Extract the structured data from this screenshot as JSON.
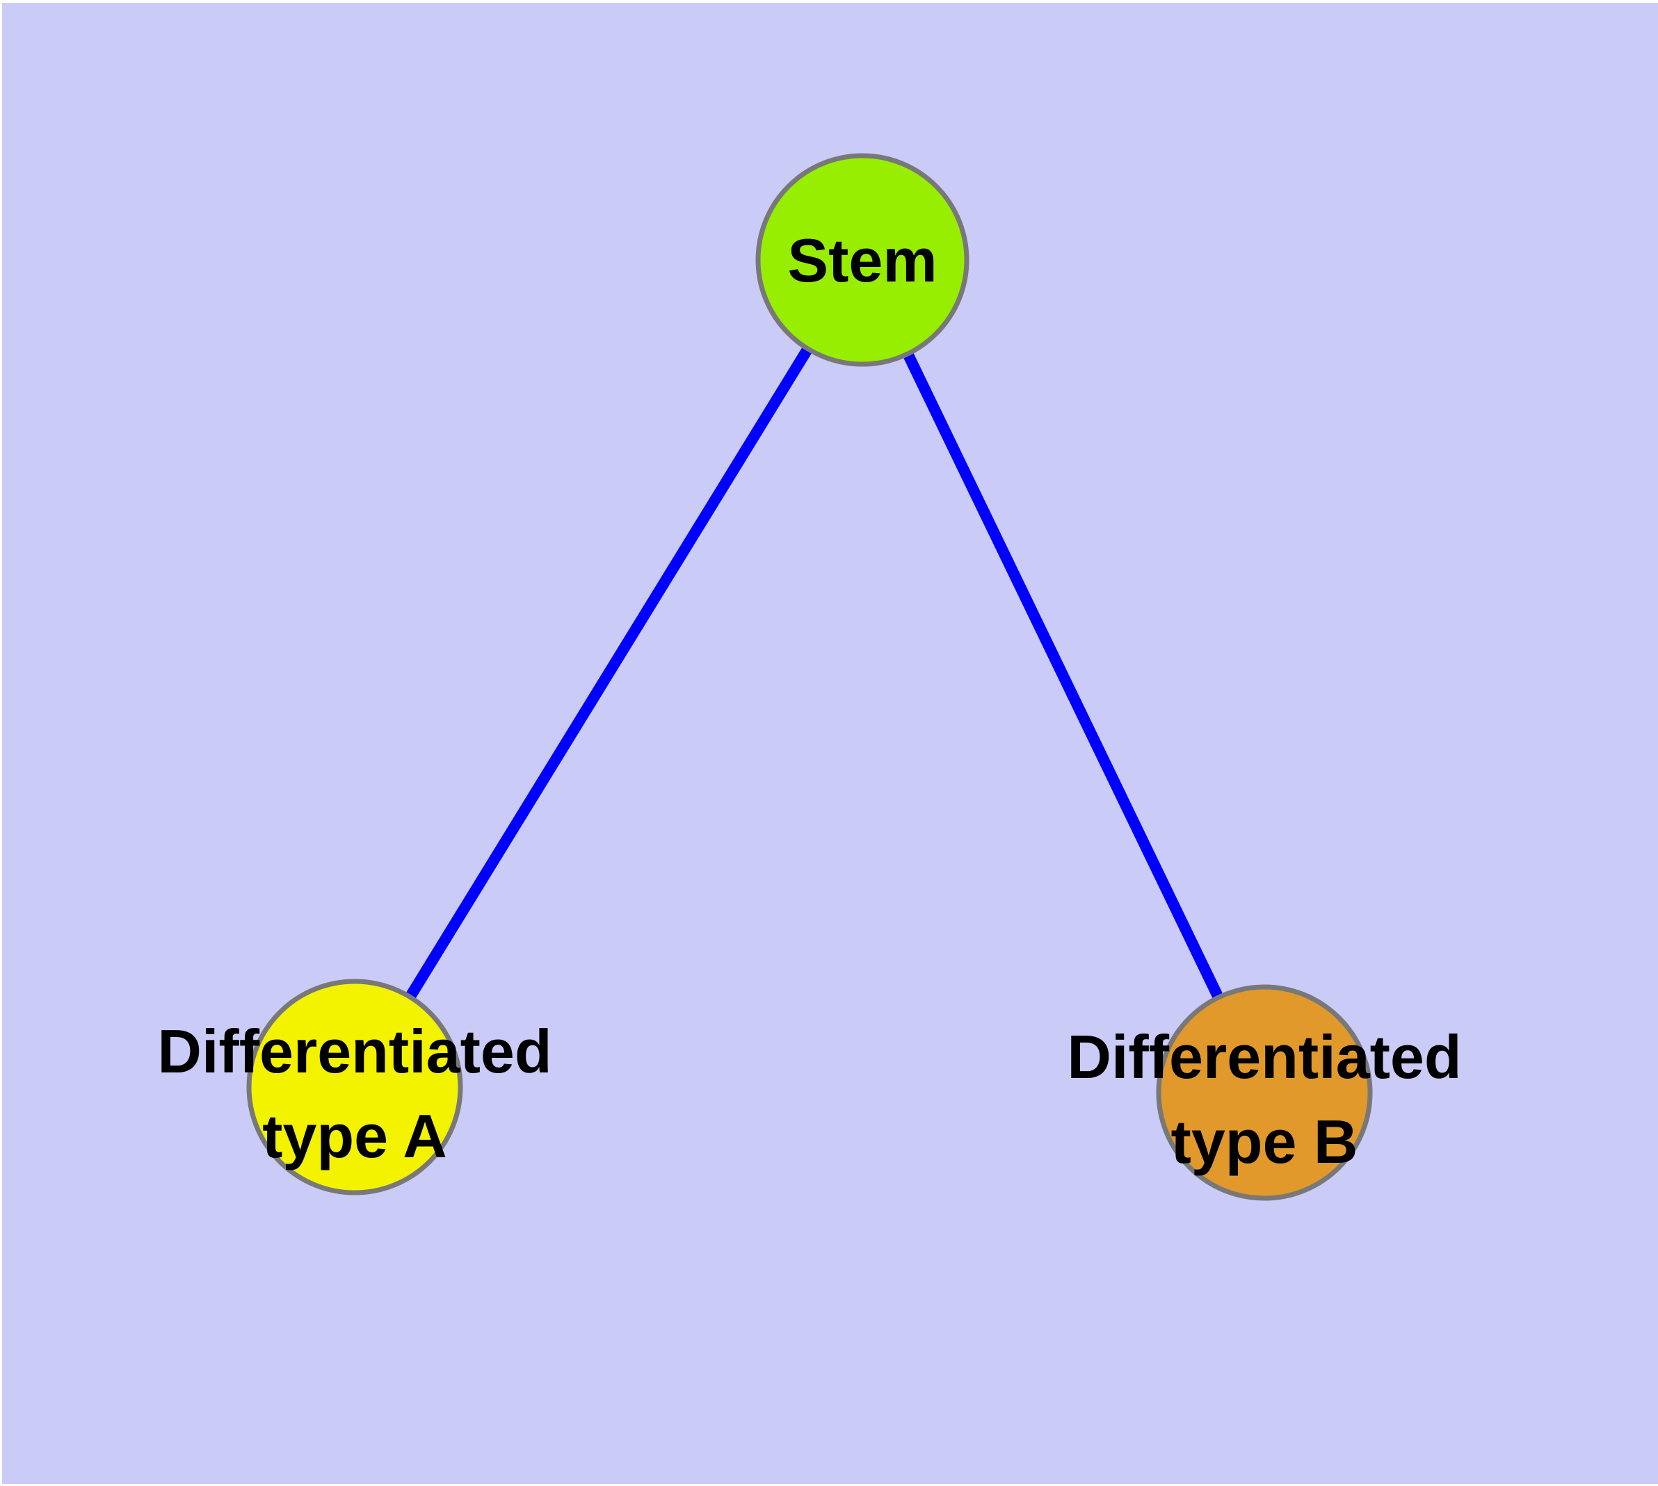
{
  "diagram": {
    "title": "Stem cell differentiation graph",
    "colors": {
      "page_margin": "#ffffff",
      "canvas_background": "#cbcbf8",
      "edge": "#0000ff",
      "node_border": "#787878",
      "label_text": "#000000",
      "stem_fill": "#97ee00",
      "type_a_fill": "#f3f300",
      "type_b_fill": "#e1992b"
    },
    "nodes": {
      "stem": {
        "label": "Stem"
      },
      "type_a": {
        "label": "Differentiated type A",
        "label_line1": "Differentiated",
        "label_line2": "type A"
      },
      "type_b": {
        "label": "Differentiated type B",
        "label_line1": "Differentiated",
        "label_line2": "type B"
      }
    },
    "edges": [
      {
        "from": "Stem",
        "to": "Differentiated type A"
      },
      {
        "from": "Stem",
        "to": "Differentiated type B"
      }
    ]
  }
}
